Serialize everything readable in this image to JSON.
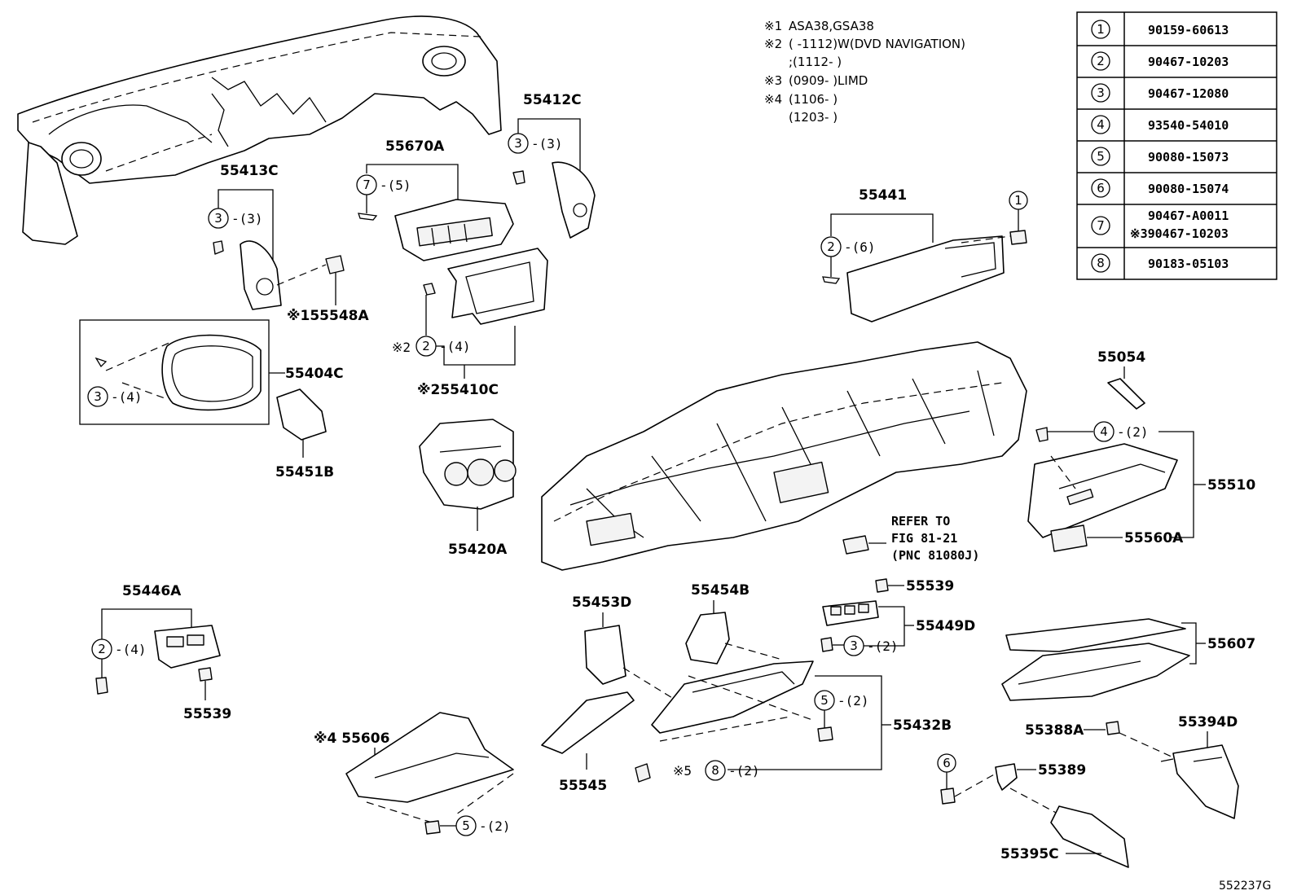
{
  "notes": [
    {
      "mark": "※1",
      "text": "ASA38,GSA38"
    },
    {
      "mark": "※2",
      "text": "(      -1112)W(DVD NAVIGATION)"
    },
    {
      "mark": "",
      "text": ";(1112-      )"
    },
    {
      "mark": "※3",
      "text": "(0909-      )LIMD"
    },
    {
      "mark": "※4",
      "text": "(1106-      )"
    },
    {
      "mark": "",
      "text": "(1203-      )"
    }
  ],
  "parts_table": [
    {
      "ref": "1",
      "numbers": [
        "90159-60613"
      ]
    },
    {
      "ref": "2",
      "numbers": [
        "90467-10203"
      ]
    },
    {
      "ref": "3",
      "numbers": [
        "90467-12080"
      ]
    },
    {
      "ref": "4",
      "numbers": [
        "93540-54010"
      ]
    },
    {
      "ref": "5",
      "numbers": [
        "90080-15073"
      ]
    },
    {
      "ref": "6",
      "numbers": [
        "90080-15074"
      ]
    },
    {
      "ref": "7",
      "numbers": [
        "90467-A0011",
        "※390467-10203"
      ]
    },
    {
      "ref": "8",
      "numbers": [
        "90183-05103"
      ]
    }
  ],
  "labels": {
    "p55412C": "55412C",
    "p55670A": "55670A",
    "p55413C": "55413C",
    "p55548A": "※155548A",
    "p55441": "55441",
    "p55404C": "55404C",
    "p55410C": "※255410C",
    "p55451B": "55451B",
    "p55054": "55054",
    "p55510": "55510",
    "p55420A": "55420A",
    "p55560A": "55560A",
    "p55446A": "55446A",
    "p55453D": "55453D",
    "p55454B": "55454B",
    "p55539a": "55539",
    "p55449D": "55449D",
    "p55607": "55607",
    "p55539b": "55539",
    "p55432B": "55432B",
    "p55606": "※4 55606",
    "p55545": "55545",
    "p55388A": "55388A",
    "p55394D": "55394D",
    "p55389": "55389",
    "p55395C": "55395C",
    "figure_code": "552237G"
  },
  "refer": [
    "REFER TO",
    "FIG 81-21",
    "(PNC 81080J)"
  ],
  "callouts": {
    "c_55412C": {
      "num": "3",
      "qty": "-(3)"
    },
    "c_55670A": {
      "num": "7",
      "qty": "-(5)"
    },
    "c_55413C": {
      "num": "3",
      "qty": "-(3)"
    },
    "c_55441": {
      "num": "2",
      "qty": "-(6)"
    },
    "c_55441_bolt": {
      "num": "1",
      "qty": ""
    },
    "c_55404C": {
      "num": "3",
      "qty": "-(4)"
    },
    "c_55410C": {
      "num": "2",
      "qty": "-(4)",
      "mark": "※2"
    },
    "c_55510": {
      "num": "4",
      "qty": "-(2)"
    },
    "c_55446A": {
      "num": "2",
      "qty": "-(4)"
    },
    "c_55449D": {
      "num": "3",
      "qty": "-(2)"
    },
    "c_55432B_a": {
      "num": "5",
      "qty": "-(2)"
    },
    "c_55432B_b": {
      "num": "8",
      "qty": "-(2)",
      "mark": "※5"
    },
    "c_55606": {
      "num": "5",
      "qty": "-(2)"
    },
    "c_55389": {
      "num": "6",
      "qty": ""
    }
  }
}
